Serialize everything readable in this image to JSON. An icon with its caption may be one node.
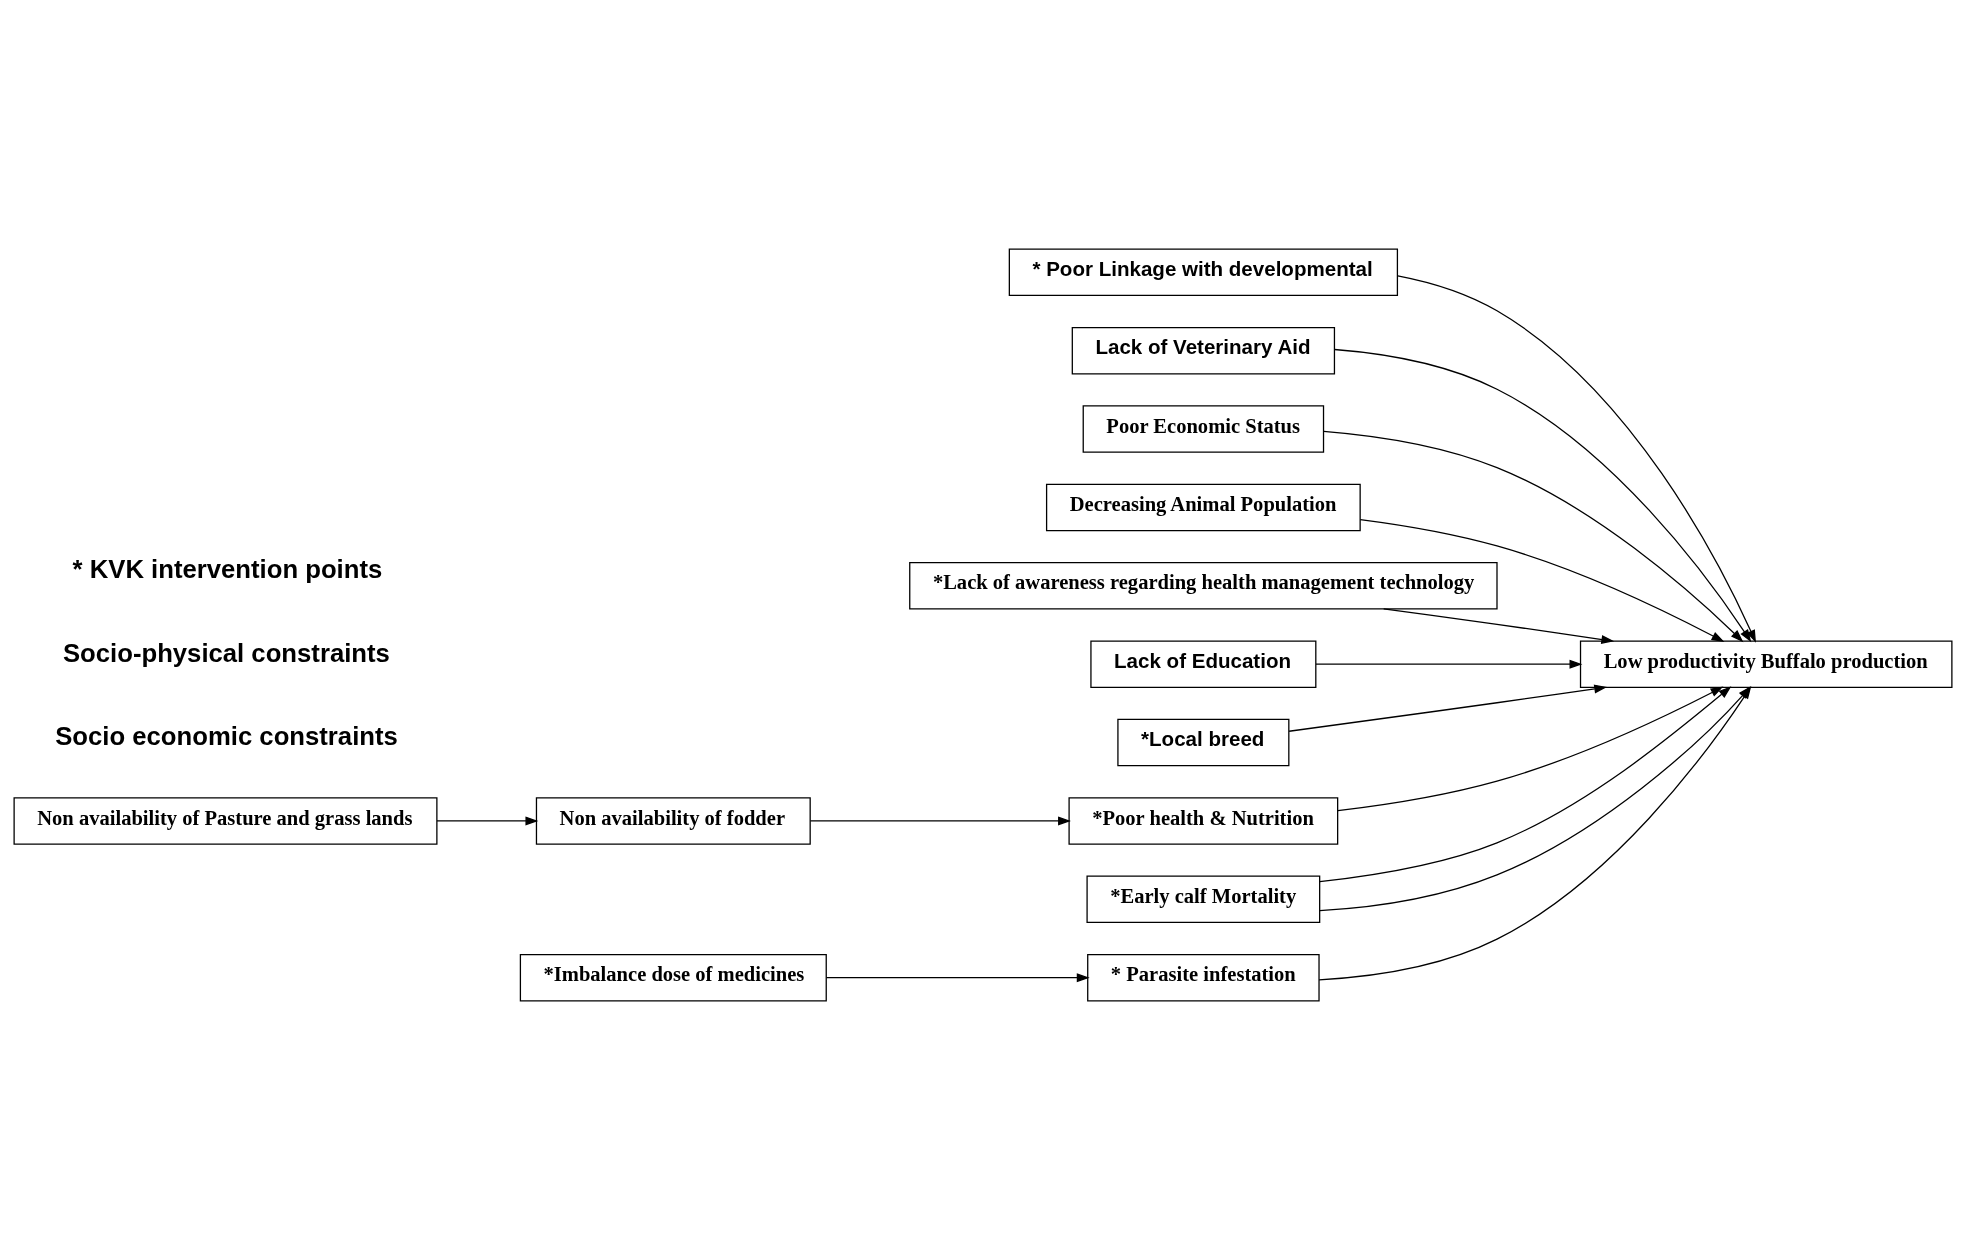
{
  "diagram": {
    "nodes": [
      {
        "text": [
          "* Poor Linkage with developmental"
        ]
      },
      {
        "text": [
          "Lack of Veterinary Aid"
        ]
      },
      {
        "text": [
          "Poor Economic Status"
        ]
      },
      {
        "text": [
          "Decreasing Animal Population"
        ]
      },
      {
        "text": [
          "Low productivity Buffalo production"
        ]
      },
      {
        "text": [
          "*Lack of awareness regarding health management technology"
        ]
      },
      {
        "text": [
          "Lack of Education"
        ]
      },
      {
        "text": [
          "*Local breed"
        ]
      },
      {
        "text": [
          "*Poor health & Nutrition"
        ]
      },
      {
        "text": [
          "Non availability of fodder"
        ]
      },
      {
        "text": [
          "Non availability of Pasture and grass lands"
        ]
      },
      {
        "text": [
          "*Early calf Mortality"
        ]
      },
      {
        "text": [
          "* Parasite infestation"
        ]
      },
      {
        "text": [
          "*Imbalance dose of medicines"
        ]
      }
    ],
    "edges": [
      {
        "from": 0,
        "to": 4,
        "arrow": "to"
      },
      {
        "from": 1,
        "to": 4,
        "arrow": "to"
      },
      {
        "from": 2,
        "to": 4,
        "arrow": "to"
      },
      {
        "from": 3,
        "to": 4,
        "arrow": "to"
      },
      {
        "from": 5,
        "to": 4,
        "arrow": "to"
      },
      {
        "from": 6,
        "to": 4,
        "arrow": "to"
      },
      {
        "from": 7,
        "to": 4,
        "arrow": "to"
      },
      {
        "from": 8,
        "to": 4,
        "arrow": "to"
      },
      {
        "from": 9,
        "to": 8,
        "arrow": "to"
      },
      {
        "from": 10,
        "to": 9,
        "arrow": "to"
      },
      {
        "from": 11,
        "to": 4,
        "arrow": "to"
      },
      {
        "from": 11,
        "to": 4,
        "arrow": "to"
      },
      {
        "from": 12,
        "to": 4,
        "arrow": "to"
      },
      {
        "from": 13,
        "to": 12,
        "arrow": "to"
      }
    ],
    "labels": [
      "Socio economic constraints",
      "Socio-physical constraints",
      "* KVK intervention points"
    ]
  }
}
